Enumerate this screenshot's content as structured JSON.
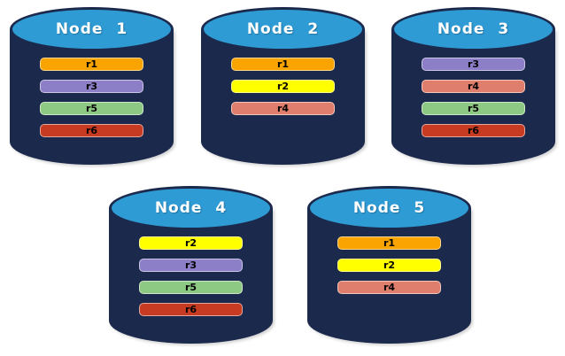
{
  "diagram": {
    "description": "Database node cylinders with replica assignments",
    "colors": {
      "background": "#FFFFFF",
      "cylinder_body": "#1B2A4C",
      "cylinder_top": "#2F9BD5",
      "node_label_text": "#FFFFFF",
      "bar_text": "#000000"
    },
    "replica_colors": {
      "r1": "#F9A401",
      "r2": "#FFFF00",
      "r3": "#8D7FC7",
      "r4": "#DF7E6C",
      "r5": "#8EC983",
      "r6": "#C63B22"
    },
    "nodes": [
      {
        "label": "Node 1",
        "replicas": [
          "r1",
          "r3",
          "r5",
          "r6"
        ]
      },
      {
        "label": "Node 2",
        "replicas": [
          "r1",
          "r2",
          "r4"
        ]
      },
      {
        "label": "Node 3",
        "replicas": [
          "r3",
          "r4",
          "r5",
          "r6"
        ]
      },
      {
        "label": "Node 4",
        "replicas": [
          "r2",
          "r3",
          "r5",
          "r6"
        ]
      },
      {
        "label": "Node 5",
        "replicas": [
          "r1",
          "r2",
          "r4"
        ]
      }
    ]
  }
}
